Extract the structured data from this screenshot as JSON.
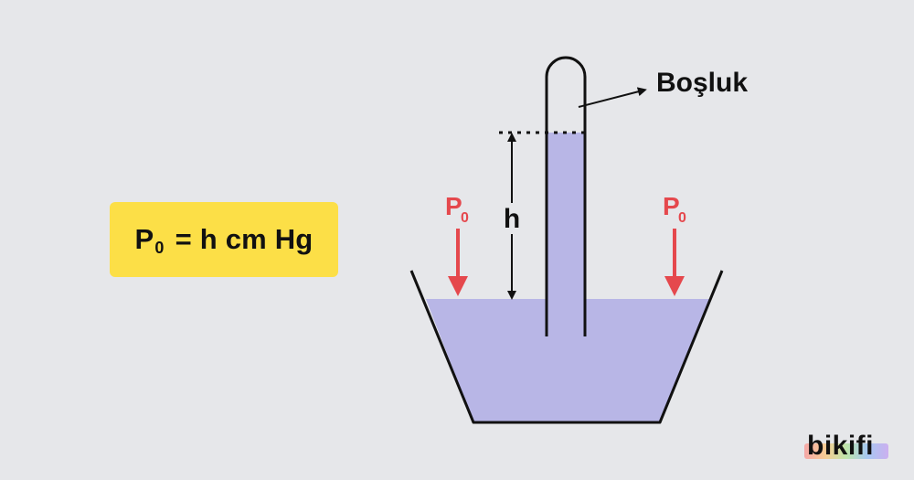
{
  "formula": {
    "p_letter": "P",
    "p_subscript": "0",
    "expression": "= h cm Hg"
  },
  "labels": {
    "vacuum": "Boşluk",
    "height": "h",
    "pressure_left_letter": "P",
    "pressure_left_subscript": "0",
    "pressure_right_letter": "P",
    "pressure_right_subscript": "0"
  },
  "colors": {
    "background": "#e6e7ea",
    "formula_box": "#fcdf47",
    "mercury": "#b8b6e6",
    "pressure_arrow": "#e5484d",
    "outline": "#111111"
  },
  "logo": {
    "text": "bikifi"
  }
}
